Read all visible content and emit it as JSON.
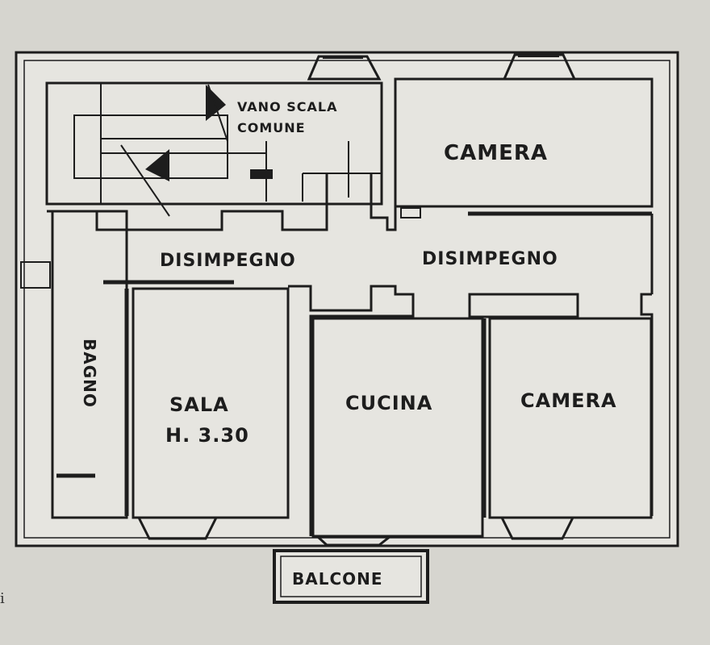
{
  "rooms": {
    "vano_scala_line1": "VANO SCALA",
    "vano_scala_line2": "COMUNE",
    "camera_top": "CAMERA",
    "disimpegno_left": "DISIMPEGNO",
    "disimpegno_right": "DISIMPEGNO",
    "bagno": "BAGNO",
    "sala_line1": "SALA",
    "sala_line2": "H. 3.30",
    "cucina": "CUCINA",
    "camera_bottom": "CAMERA",
    "balcone": "BALCONE"
  },
  "page_fragment": "i",
  "colors": {
    "paper": "#d6d5cf",
    "floor": "#e6e5e0",
    "ink": "#1d1d1d"
  }
}
